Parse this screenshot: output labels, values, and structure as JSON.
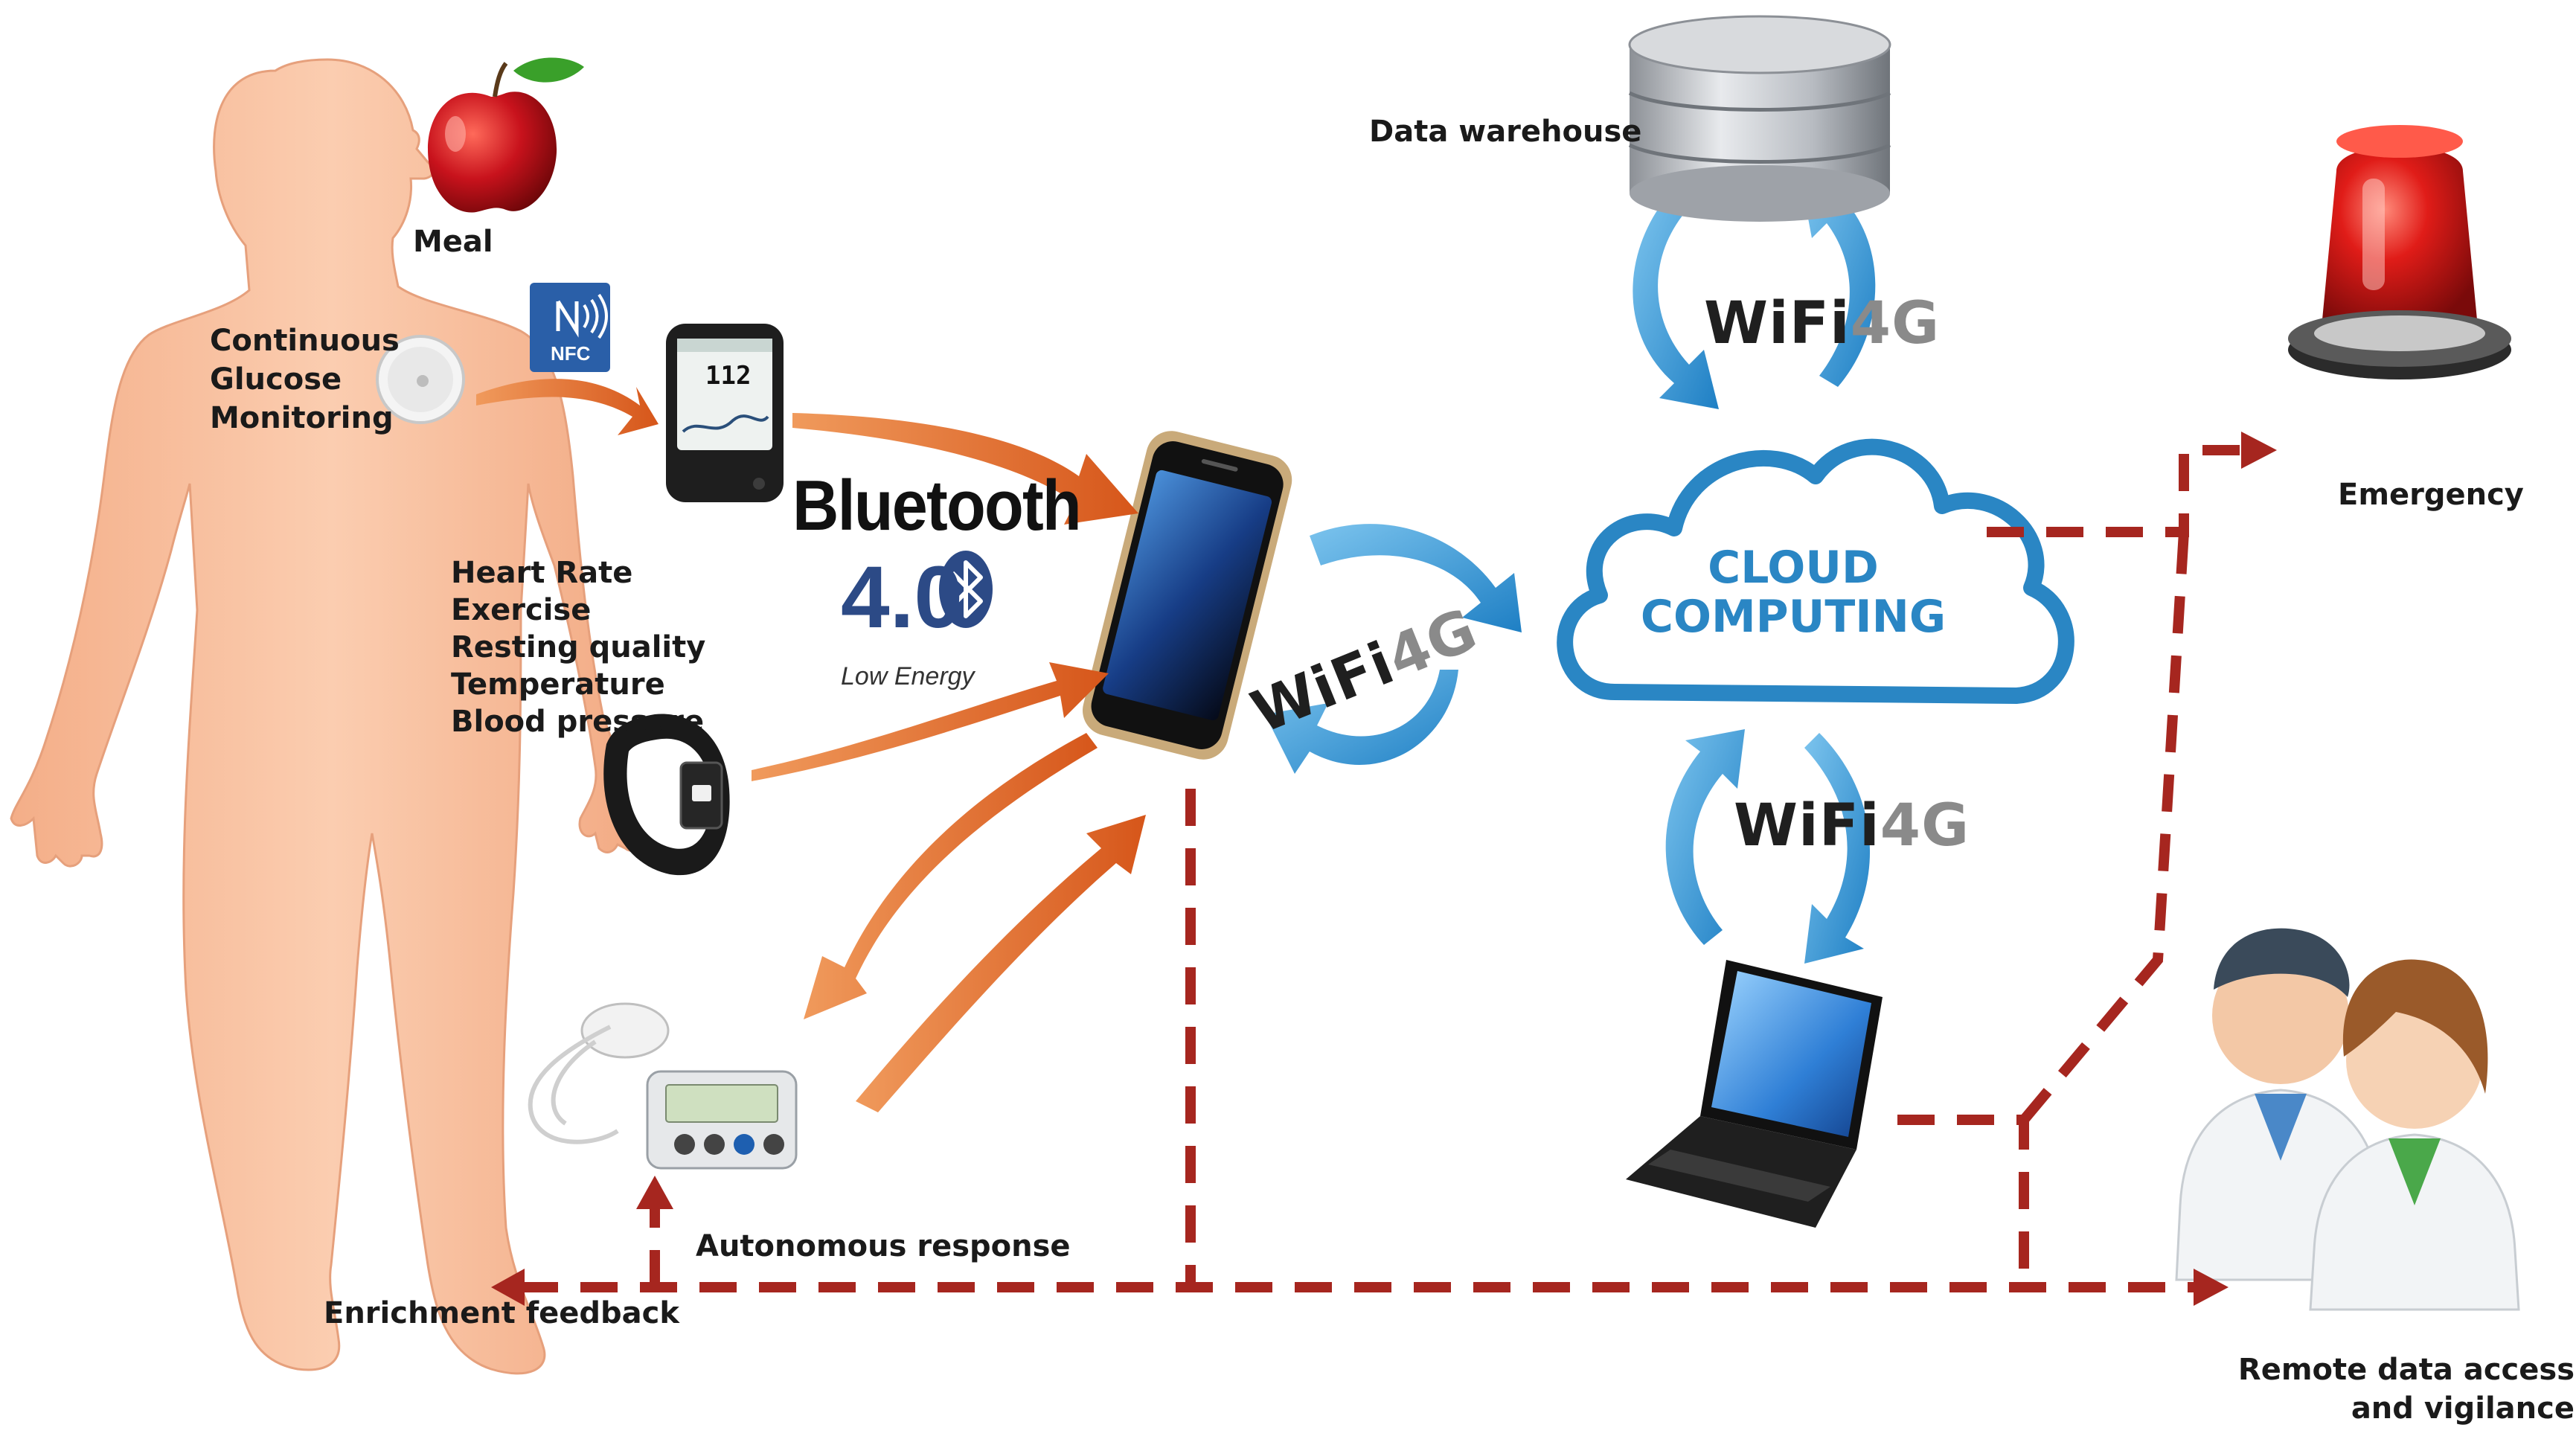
{
  "labels": {
    "meal": "Meal",
    "cgm": "Continuous Glucose Monitoring",
    "nfc": "NFC",
    "meter_reading": "112",
    "vitals": [
      "Heart Rate",
      "Exercise",
      "Resting quality",
      "Temperature",
      "Blood pressure"
    ],
    "bluetooth_title": "Bluetooth",
    "bluetooth_version": "4.0",
    "bluetooth_subtitle": "Low Energy",
    "data_warehouse": "Data warehouse",
    "cloud_line1": "CLOUD",
    "cloud_line2": "COMPUTING",
    "wifi_prefix": "WiFi",
    "wifi_suffix": "4G",
    "emergency": "Emergency",
    "remote_access": "Remote data access and vigilance",
    "autonomous_response": "Autonomous response",
    "enrichment_feedback": "Enrichment feedback"
  },
  "colors": {
    "body": "#f9c4a4",
    "arrow_orange": "#e06a1e",
    "arrow_blue": "#2a8fd0",
    "dashed_red": "#a6261f",
    "cloud_blue": "#2a86c4",
    "siren_red": "#d41a1a",
    "bt_blue": "#2c4a86"
  },
  "icons": [
    "apple-icon",
    "cgm-sensor-icon",
    "nfc-icon",
    "glucose-meter-icon",
    "fitness-band-icon",
    "insulin-pump-icon",
    "smartphone-icon",
    "database-icon",
    "cloud-icon",
    "laptop-icon",
    "siren-icon",
    "doctors-icon",
    "bluetooth-icon"
  ]
}
